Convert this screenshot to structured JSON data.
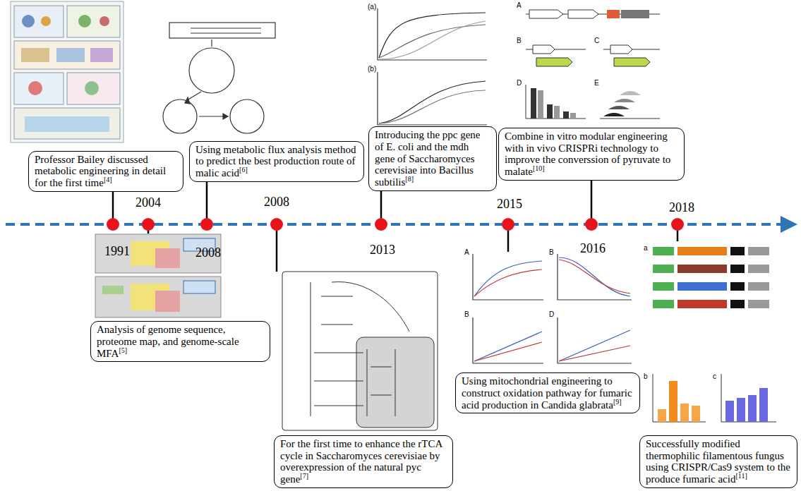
{
  "diagram": {
    "nodes": [
      {
        "text": [
          "Professor Bailey discussed metabolic engineering in detail for the first time[4]"
        ]
      },
      {
        "text": [
          "Using metabolic flux analysis method to predict the best production route of malic acid[6]"
        ]
      },
      {
        "text": [
          "Introducing the ppc gene of E. coli and the mdh gene of Saccharomyces cerevisiae into Bacillus subtilis[8]"
        ]
      },
      {
        "text": [
          "Combine in vitro modular engineering with in vivo CRISPRi technology to improve the converssion of pyruvate to malate[10]"
        ]
      },
      {
        "text": [
          "Analysis of genome sequence, proteome map, and genome-scale MFA[5]"
        ]
      },
      {
        "text": [
          "For the first time to enhance the rTCA cycle in Saccharomyces cerevisiae by overexpression of the natural pyc gene[7]"
        ]
      },
      {
        "text": [
          "Using mitochondrial engineering to construct oxidation pathway for fumaric acid production in Candida glabrata[9]"
        ]
      },
      {
        "text": [
          "Successfully modified thermophilic filamentous fungus using CRISPR/Cas9 system to the produce fumaric acid[11]"
        ]
      }
    ],
    "labels": [
      "1991",
      "2004",
      "2008",
      "2008",
      "2013",
      "2015",
      "2016",
      "2018",
      "(a)",
      "(b)",
      "A",
      "B",
      "C",
      "D",
      "E",
      "A",
      "B",
      "B",
      "D",
      "a",
      "b",
      "c"
    ]
  }
}
